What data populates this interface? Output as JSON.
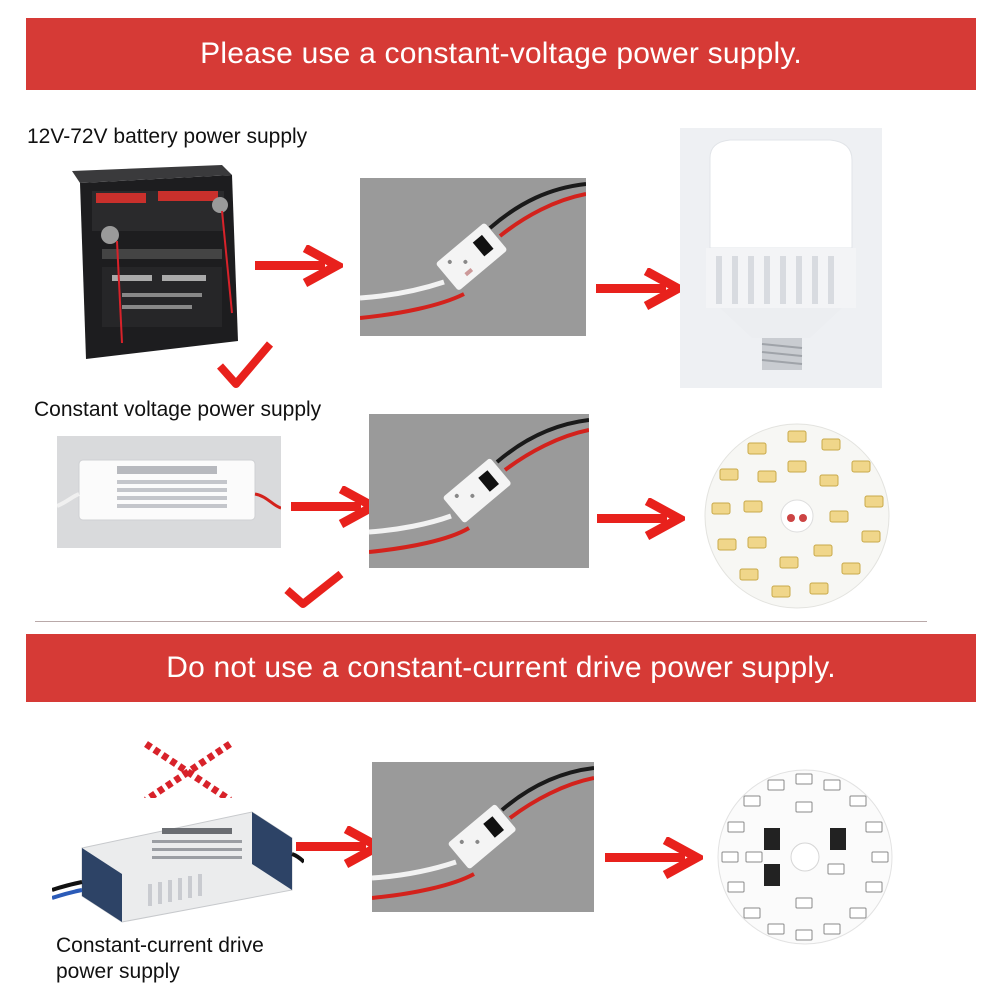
{
  "banners": {
    "top": "Please use a constant-voltage power supply.",
    "bottom": "Do not use a constant-current drive power supply."
  },
  "labels": {
    "battery": "12V-72V battery power supply",
    "constant_voltage": "Constant voltage power supply",
    "constant_current_line1": "Constant-current drive",
    "constant_current_line2": "power supply"
  },
  "colors": {
    "banner_red": "#d63a36",
    "arrow_red": "#e8211c",
    "checkmark_red": "#e8211c"
  },
  "icons": [
    "arrow-right-icon",
    "checkmark-icon",
    "cross-mark-icon"
  ]
}
